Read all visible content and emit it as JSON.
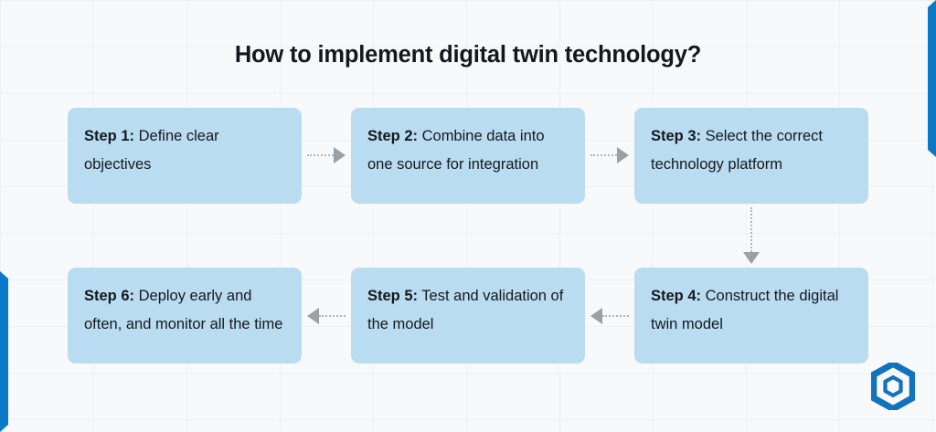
{
  "title": "How to implement digital twin technology?",
  "theme": {
    "background": "#f8f9fa",
    "box_fill": "#b9dcf1",
    "accent_blue": "#0b79c7",
    "connector_gray": "#9aa0a4",
    "text_color": "#15191d"
  },
  "steps": [
    {
      "label": "Step 1:",
      "text": " Define clear objectives"
    },
    {
      "label": "Step 2:",
      "text": " Combine data into one source for integration"
    },
    {
      "label": "Step 3:",
      "text": " Select the correct technology platform"
    },
    {
      "label": "Step 4:",
      "text": " Construct the digital twin model"
    },
    {
      "label": "Step 5:",
      "text": " Test and validation of the model"
    },
    {
      "label": "Step 6:",
      "text": " Deploy early and often, and monitor all the time"
    }
  ],
  "connectors": [
    {
      "from": "Step 1",
      "to": "Step 2",
      "direction": "right"
    },
    {
      "from": "Step 2",
      "to": "Step 3",
      "direction": "right"
    },
    {
      "from": "Step 3",
      "to": "Step 4",
      "direction": "down"
    },
    {
      "from": "Step 4",
      "to": "Step 5",
      "direction": "left"
    },
    {
      "from": "Step 5",
      "to": "Step 6",
      "direction": "left"
    }
  ],
  "logo": {
    "name": "hexagon-logo",
    "color": "#1172bd"
  }
}
